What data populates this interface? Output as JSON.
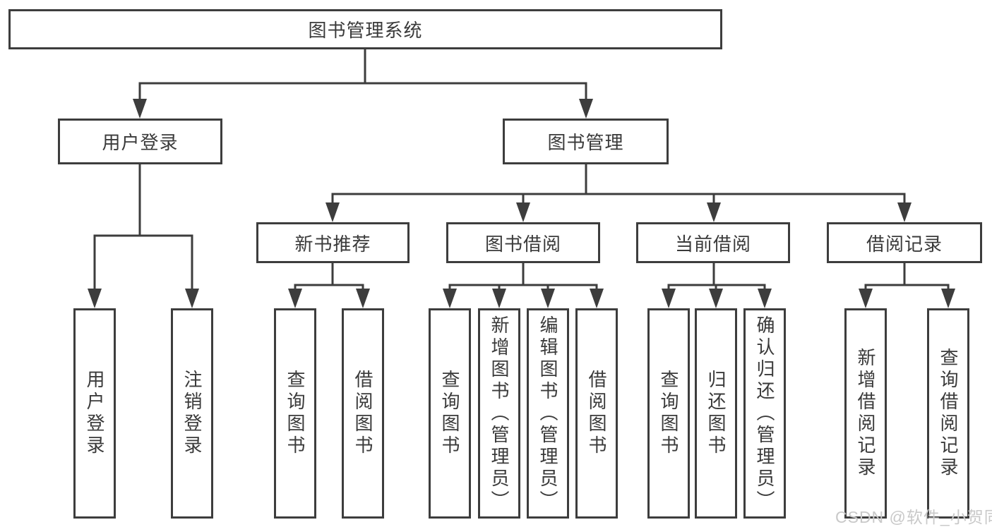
{
  "diagram": {
    "root": {
      "label": "图书管理系统"
    },
    "level2": [
      {
        "label": "用户登录",
        "children": [
          {
            "label": "用户登录"
          },
          {
            "label": "注销登录"
          }
        ]
      },
      {
        "label": "图书管理",
        "children": [
          {
            "label": "新书推荐",
            "children": [
              {
                "label": "查询图书"
              },
              {
                "label": "借阅图书"
              }
            ]
          },
          {
            "label": "图书借阅",
            "children": [
              {
                "label": "查询图书"
              },
              {
                "label": "新增图书（管理员）"
              },
              {
                "label": "编辑图书（管理员）"
              },
              {
                "label": "借阅图书"
              }
            ]
          },
          {
            "label": "当前借阅",
            "children": [
              {
                "label": "查询图书"
              },
              {
                "label": "归还图书"
              },
              {
                "label": "确认归还（管理员）"
              }
            ]
          },
          {
            "label": "借阅记录",
            "children": [
              {
                "label": "新增借阅记录"
              },
              {
                "label": "查询借阅记录"
              }
            ]
          }
        ]
      }
    ]
  },
  "watermark": {
    "text": "CSDN @软件_小贺同学"
  },
  "colors": {
    "line": "#3d3d3d",
    "node_text": "#3a3a3a",
    "node_background": "#ffffff",
    "watermark": "#c9c9c9"
  }
}
